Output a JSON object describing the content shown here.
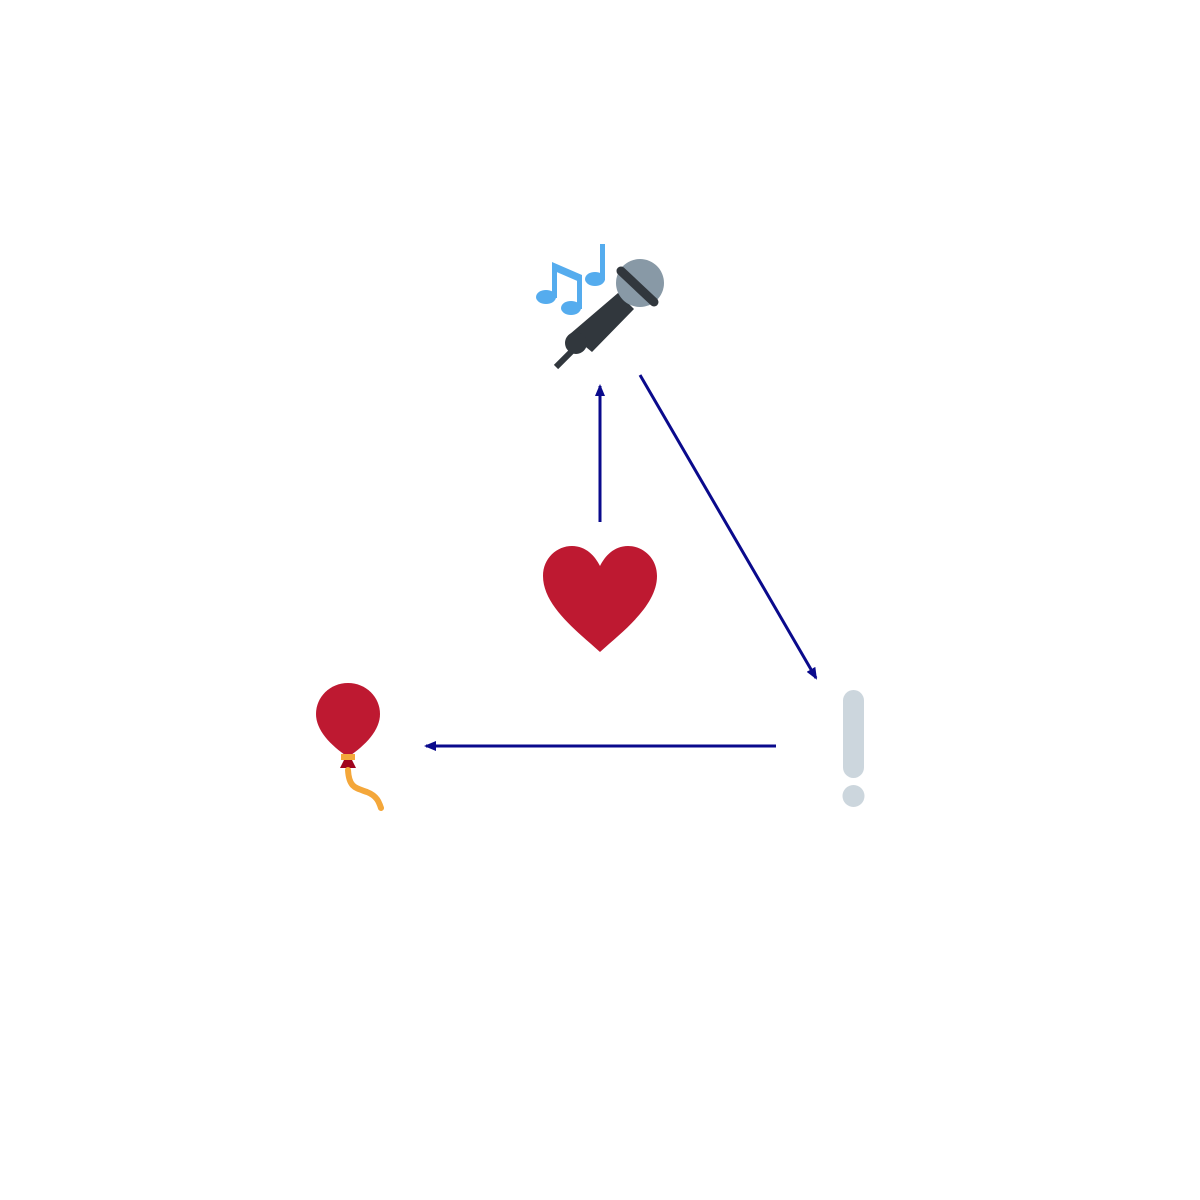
{
  "diagram": {
    "type": "directed-graph",
    "nodes": [
      {
        "id": "microphone",
        "icon": "microphone-with-music-notes-icon"
      },
      {
        "id": "heart",
        "icon": "red-heart-icon"
      },
      {
        "id": "exclamation",
        "icon": "grey-exclamation-mark-icon"
      },
      {
        "id": "balloon",
        "icon": "red-balloon-icon"
      }
    ],
    "edges": [
      {
        "from": "heart",
        "to": "microphone"
      },
      {
        "from": "microphone",
        "to": "exclamation"
      },
      {
        "from": "exclamation",
        "to": "balloon"
      }
    ]
  },
  "colors": {
    "edge": "#0a0a8c",
    "heart": "#be1931",
    "balloon": "#be1931",
    "balloon_string": "#f4a73a",
    "balloon_knot": "#a0041e",
    "music_notes": "#55acee",
    "mic_body": "#31373d",
    "mic_head": "#8899a6",
    "exclamation": "#ccd6dd"
  }
}
